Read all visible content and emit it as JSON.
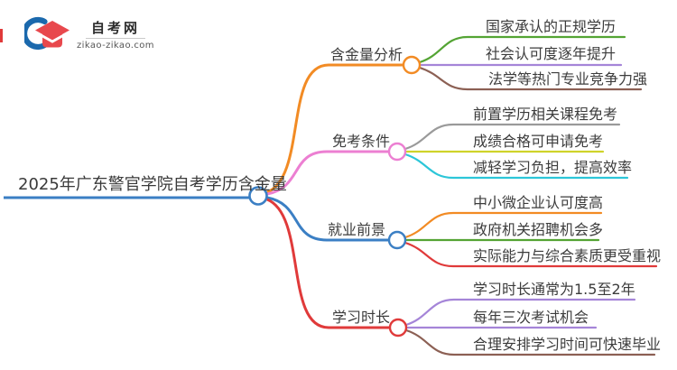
{
  "logo": {
    "title": "自考网",
    "domain": "zikao-zikao.com",
    "icon": "graduation-cap-crescent-icon",
    "icon_colors": {
      "crescent_blue": "#1b69ad",
      "cap_red": "#e8484d"
    }
  },
  "mindmap": {
    "central": {
      "label": "2025年广东警官学院自考学历含金量",
      "color": "#3b7fc4"
    },
    "branches": [
      {
        "label": "含金量分析",
        "color": "#f28b24",
        "children": [
          {
            "label": "国家承认的正规学历",
            "color": "#54a434"
          },
          {
            "label": "社会认可度逐年提升",
            "color": "#a585d8"
          },
          {
            "label": "法学等热门专业竞争力强",
            "color": "#8c6054"
          }
        ]
      },
      {
        "label": "免考条件",
        "color": "#ec7fd2",
        "children": [
          {
            "label": "前置学历相关课程免考",
            "color": "#9a9a9a"
          },
          {
            "label": "成绩合格可申请免考",
            "color": "#cfd32a"
          },
          {
            "label": "减轻学习负担，提高效率",
            "color": "#2cc6d8"
          }
        ]
      },
      {
        "label": "就业前景",
        "color": "#3b7fc4",
        "children": [
          {
            "label": "中小微企业认可度高",
            "color": "#f28b24"
          },
          {
            "label": "政府机关招聘机会多",
            "color": "#54a434"
          },
          {
            "label": "实际能力与综合素质更受重视",
            "color": "#e03a3a"
          }
        ]
      },
      {
        "label": "学习时长",
        "color": "#e03a3a",
        "children": [
          {
            "label": "学习时长通常为1.5至2年",
            "color": "#a585d8"
          },
          {
            "label": "每年三次考试机会",
            "color": "#a585d8"
          },
          {
            "label": "合理安排学习时间可快速毕业",
            "color": "#8c6054"
          }
        ]
      }
    ]
  }
}
